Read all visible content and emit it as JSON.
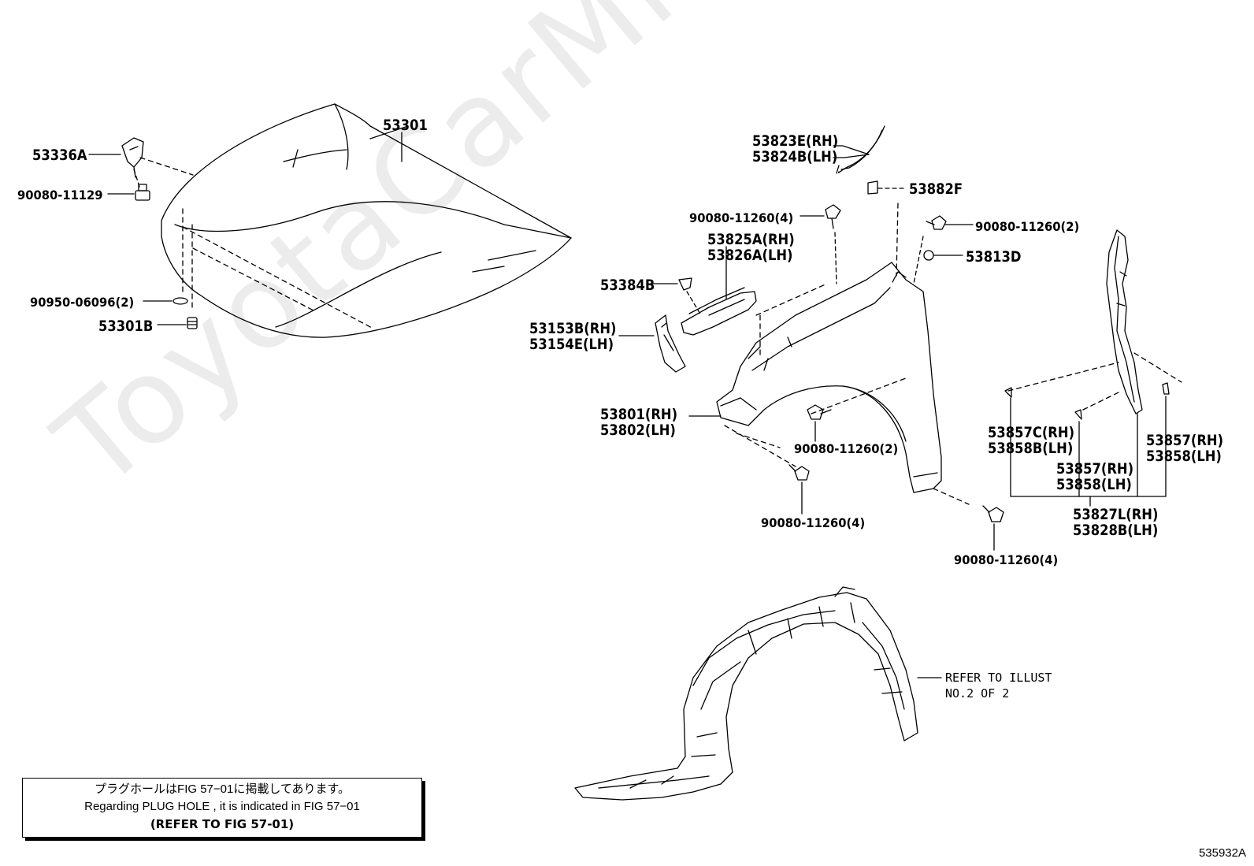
{
  "watermark": "ToyotaCarMine.ru",
  "figure_id": "535932A",
  "note": {
    "line_jp": "プラグホールはFIG 57−01に掲載してあります。",
    "line_en": "Regarding  PLUG  HOLE , it is indicated in  FIG  57−01",
    "line_ref": "(REFER TO FIG 57-01)"
  },
  "refer": {
    "line1": "REFER TO ILLUST",
    "line2": "NO.2 OF 2"
  },
  "labels": {
    "p53301": "53301",
    "p53336A": "53336A",
    "p90080_11129": "90080-11129",
    "p90950_06096": "90950-06096(2)",
    "p53301B": "53301B",
    "p53823E": "53823E(RH)",
    "p53824B": "53824B(LH)",
    "p53882F": "53882F",
    "p90080_11260_4a": "90080-11260(4)",
    "p90080_11260_2a": "90080-11260(2)",
    "p53825A": "53825A(RH)",
    "p53826A": "53826A(LH)",
    "p53813D": "53813D",
    "p53384B": "53384B",
    "p53153B": "53153B(RH)",
    "p53154E": "53154E(LH)",
    "p53801": "53801(RH)",
    "p53802": "53802(LH)",
    "p90080_11260_2b": "90080-11260(2)",
    "p90080_11260_4b": "90080-11260(4)",
    "p90080_11260_4c": "90080-11260(4)",
    "p53857C": "53857C(RH)",
    "p53858B": "53858B(LH)",
    "p53857a": "53857(RH)",
    "p53858a": "53858(LH)",
    "p53857b": "53857(RH)",
    "p53858b": "53858(LH)",
    "p53827L": "53827L(RH)",
    "p53828B": "53828B(LH)"
  }
}
